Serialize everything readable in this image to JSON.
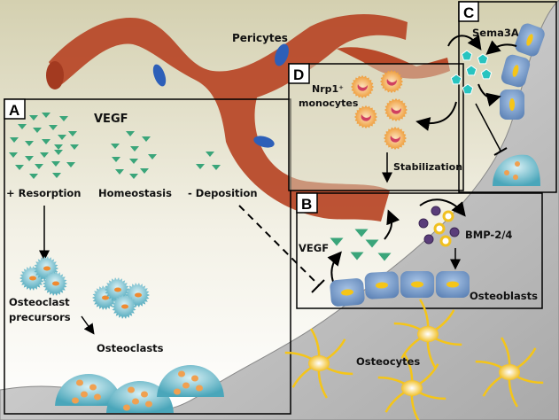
{
  "figure": {
    "colors": {
      "background_top": "#d6d2b4",
      "background_bottom": "#ffffff",
      "bone": "#c9c9c9",
      "vessel": "#b84a2a",
      "vegf": "#3aa57a",
      "pericyte": "#2d5fb8",
      "monocyte": "#f0a040",
      "sema3a": "#28c4c0",
      "osteoblast": "#6a8fc0",
      "osteoclast": "#5bb3c4",
      "osteocyte": "#f5c518",
      "bmp_purple": "#5a3d7a",
      "bmp_yellow": "#f0c020"
    },
    "panels": {
      "A": {
        "letter": "A",
        "title": "VEGF",
        "groups": [
          "+ Resorption",
          "Homeostasis",
          "- Deposition"
        ],
        "precursors_label_1": "Osteoclast",
        "precursors_label_2": "precursors",
        "osteoclasts_label": "Osteoclasts"
      },
      "B": {
        "letter": "B",
        "vegf_label": "VEGF",
        "bmp_label": "BMP-2/4",
        "osteoblasts_label": "Osteoblasts"
      },
      "C": {
        "letter": "C",
        "sema_label": "Sema3A"
      },
      "D": {
        "letter": "D",
        "monocyte_label_1": "Nrp1⁺",
        "monocyte_label_2": "monocytes",
        "stabilization_label": "Stabilization"
      }
    },
    "pericytes_label": "Pericytes",
    "osteocytes_label": "Osteocytes"
  }
}
